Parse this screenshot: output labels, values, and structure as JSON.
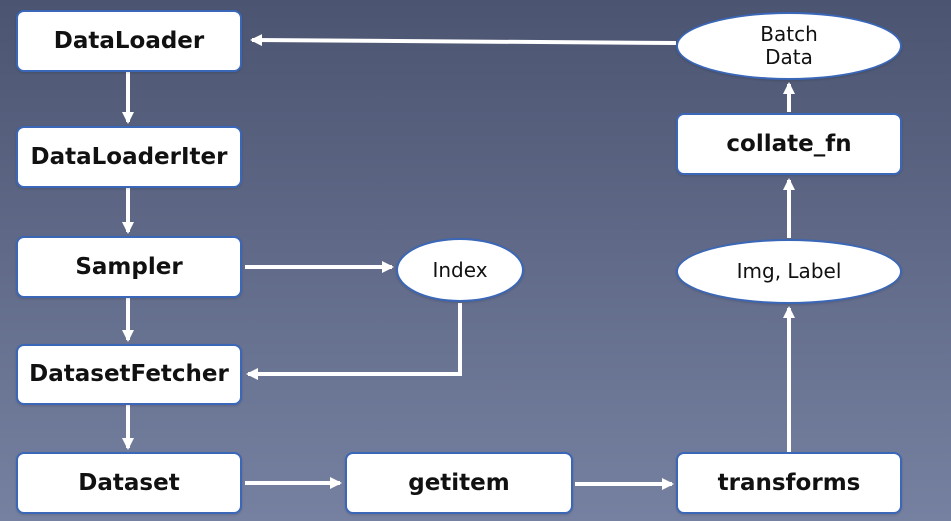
{
  "diagram": {
    "nodes": {
      "dataloader": "DataLoader",
      "dataloaderiter": "DataLoaderIter",
      "sampler": "Sampler",
      "index": "Index",
      "datasetfetcher": "DatasetFetcher",
      "dataset": "Dataset",
      "getitem": "getitem",
      "transforms": "transforms",
      "img_label": "Img, Label",
      "collate_fn": "collate_fn",
      "batch_data": "Batch\nData"
    },
    "colors": {
      "node_fill": "#ffffff",
      "node_border": "#3a67b8",
      "arrow": "#ffffff",
      "background_top": "#4b5470",
      "background_bottom": "#7680a0"
    }
  }
}
